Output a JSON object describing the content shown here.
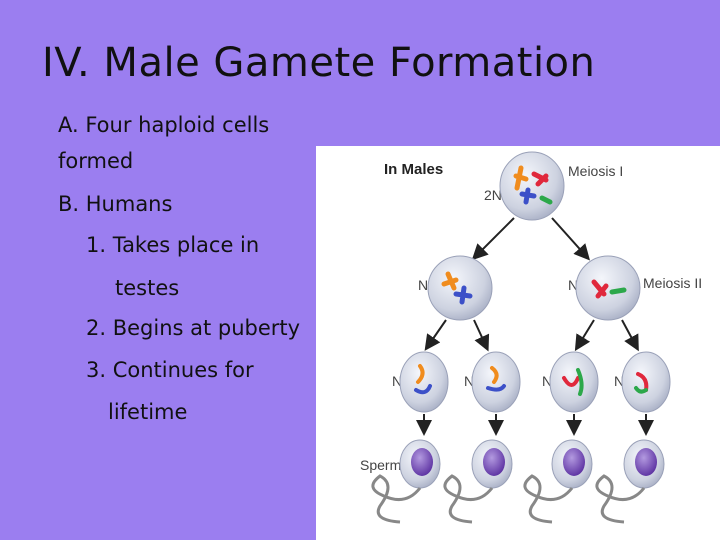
{
  "slide": {
    "title": "IV. Male Gamete Formation",
    "lines": [
      "A. Four haploid cells",
      "formed",
      "B.  Humans",
      "1. Takes place in",
      "testes",
      "2. Begins at puberty",
      "3. Continues for",
      "lifetime"
    ]
  },
  "diagram": {
    "header": "In Males",
    "stage1": "Meiosis I",
    "stage2": "Meiosis II",
    "diploid": "2N",
    "haploid": "N",
    "result": "Sperm"
  },
  "colors": {
    "background": "#9b7ef0",
    "cell": "#cdd2e0",
    "orange": "#f08c1e",
    "blue": "#3c50c8",
    "red": "#e0283c",
    "green": "#2ca84a",
    "sperm_head": "#6a3fb0"
  }
}
